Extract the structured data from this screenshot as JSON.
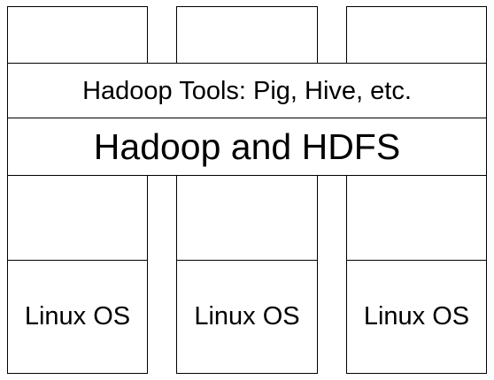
{
  "layers": {
    "tools": "Hadoop Tools: Pig, Hive, etc.",
    "hdfs": "Hadoop and HDFS"
  },
  "nodes": [
    {
      "os_label": "Linux OS"
    },
    {
      "os_label": "Linux OS"
    },
    {
      "os_label": "Linux OS"
    }
  ]
}
